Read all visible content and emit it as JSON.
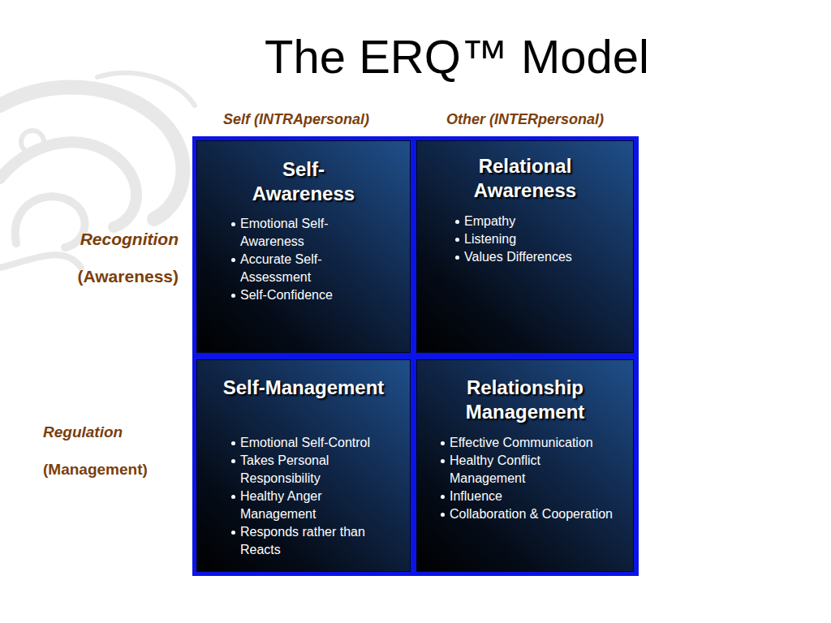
{
  "diagram": {
    "title": "The ERQ™ Model",
    "nodes": [
      {
        "text": [
          "Self-Awareness",
          "Emotional Self-Awareness",
          "Accurate Self-Assessment",
          "Self-Confidence"
        ]
      },
      {
        "text": [
          "Relational Awareness",
          "Empathy",
          "Listening",
          "Values Differences"
        ]
      },
      {
        "text": [
          "Self-Management",
          "Emotional Self-Control",
          "Takes Personal Responsibility",
          "Healthy Anger Management",
          "Responds rather than Reacts"
        ]
      },
      {
        "text": [
          "Relationship Management",
          "Effective Communication",
          "Healthy Conflict Management",
          "Influence",
          "Collaboration & Cooperation"
        ]
      }
    ],
    "labels": [
      "Self (INTRApersonal)",
      "Other (INTERpersonal)",
      "Recognition",
      "(Awareness)",
      "Regulation",
      "(Management)"
    ]
  }
}
